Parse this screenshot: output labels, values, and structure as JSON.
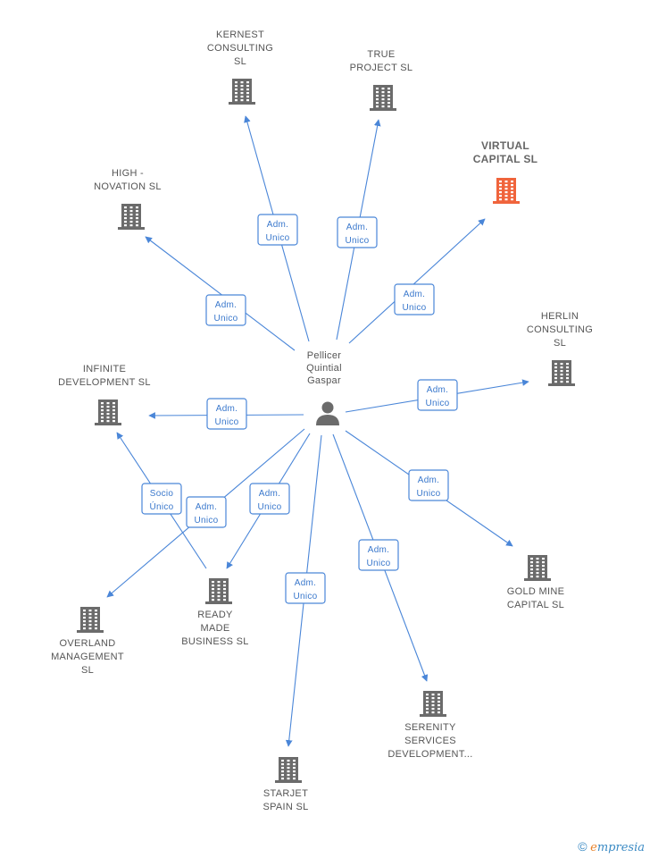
{
  "center": {
    "id": "person",
    "name_lines": [
      "Pellicer",
      "Quintial",
      "Gaspar"
    ],
    "icon": "person-icon"
  },
  "colors": {
    "edge": "#4a86d8",
    "building": "#6b6b6b",
    "highlight": "#f0643c"
  },
  "companies": [
    {
      "id": "kernest",
      "name_lines": [
        "KERNEST",
        "CONSULTING",
        "SL"
      ],
      "highlight": false
    },
    {
      "id": "true_project",
      "name_lines": [
        "TRUE",
        "PROJECT  SL"
      ],
      "highlight": false
    },
    {
      "id": "virtual_capital",
      "name_lines": [
        "VIRTUAL",
        "CAPITAL  SL"
      ],
      "highlight": true
    },
    {
      "id": "high_novation",
      "name_lines": [
        "HIGH -",
        "NOVATION  SL"
      ],
      "highlight": false
    },
    {
      "id": "herlin",
      "name_lines": [
        "HERLIN",
        "CONSULTING",
        "SL"
      ],
      "highlight": false
    },
    {
      "id": "infinite",
      "name_lines": [
        "INFINITE",
        "DEVELOPMENT SL"
      ],
      "highlight": false
    },
    {
      "id": "gold_mine",
      "name_lines": [
        "GOLD MINE",
        "CAPITAL  SL"
      ],
      "highlight": false
    },
    {
      "id": "ready_made",
      "name_lines": [
        "READY",
        "MADE",
        "BUSINESS SL"
      ],
      "highlight": false
    },
    {
      "id": "overland",
      "name_lines": [
        "OVERLAND",
        "MANAGEMENT",
        "SL"
      ],
      "highlight": false
    },
    {
      "id": "serenity",
      "name_lines": [
        "SERENITY",
        "SERVICES",
        "DEVELOPMENT..."
      ],
      "highlight": false
    },
    {
      "id": "starjet",
      "name_lines": [
        "STARJET",
        "SPAIN  SL"
      ],
      "highlight": false
    }
  ],
  "edges": [
    {
      "from": "person",
      "to": "kernest",
      "label_lines": [
        "Adm.",
        "Unico"
      ]
    },
    {
      "from": "person",
      "to": "true_project",
      "label_lines": [
        "Adm.",
        "Unico"
      ]
    },
    {
      "from": "person",
      "to": "virtual_capital",
      "label_lines": [
        "Adm.",
        "Unico"
      ]
    },
    {
      "from": "person",
      "to": "high_novation",
      "label_lines": [
        "Adm.",
        "Unico"
      ]
    },
    {
      "from": "person",
      "to": "herlin",
      "label_lines": [
        "Adm.",
        "Unico"
      ]
    },
    {
      "from": "person",
      "to": "infinite",
      "label_lines": [
        "Adm.",
        "Unico"
      ]
    },
    {
      "from": "person",
      "to": "gold_mine",
      "label_lines": [
        "Adm.",
        "Unico"
      ]
    },
    {
      "from": "person",
      "to": "ready_made",
      "label_lines": [
        "Adm.",
        "Unico"
      ]
    },
    {
      "from": "person",
      "to": "overland",
      "label_lines": [
        "Adm.",
        "Unico"
      ]
    },
    {
      "from": "person",
      "to": "serenity",
      "label_lines": [
        "Adm.",
        "Unico"
      ]
    },
    {
      "from": "person",
      "to": "starjet",
      "label_lines": [
        "Adm.",
        "Unico"
      ]
    },
    {
      "from": "ready_made",
      "to": "infinite",
      "label_lines": [
        "Socio",
        "Único"
      ]
    }
  ],
  "footer": {
    "copyright_symbol": "©",
    "brand_first": "e",
    "brand_rest": "mpresia"
  }
}
